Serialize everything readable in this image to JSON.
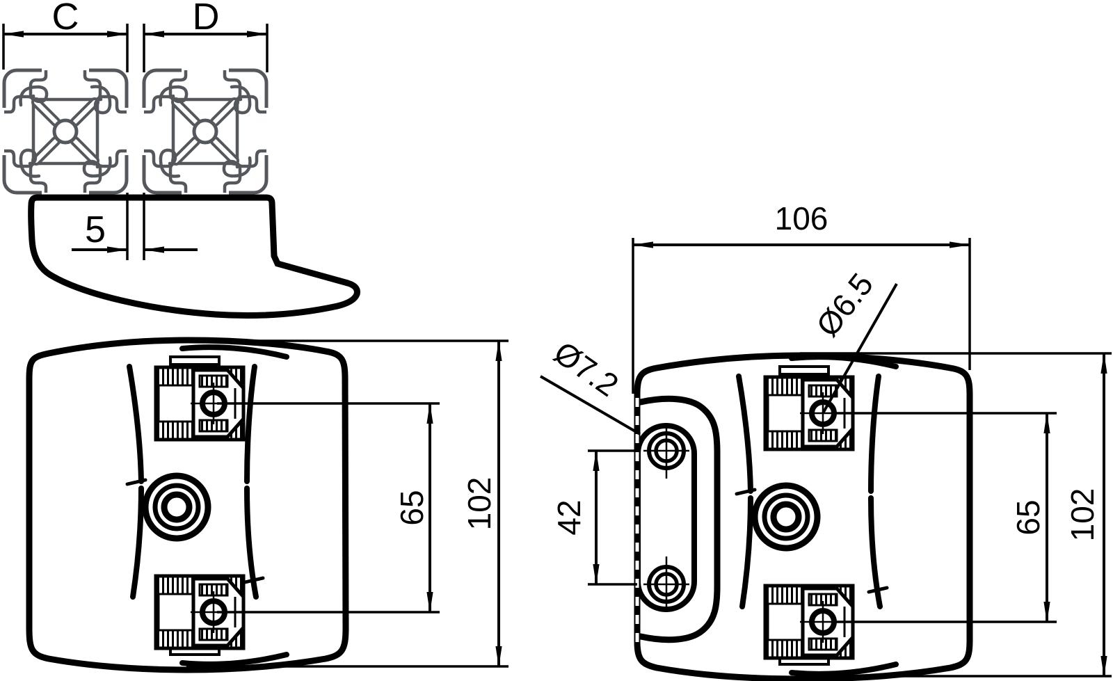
{
  "colors": {
    "background": "#ffffff",
    "linework": "#000000",
    "profile": "#54585c"
  },
  "dimensions": {
    "profile_width_c": "C",
    "profile_width_d": "D",
    "profile_gap": "5",
    "overall_width": "106",
    "screw_hole_diameter": "Ø6.5",
    "flange_hole_diameter": "Ø7.2",
    "flange_hole_spacing": "42",
    "front_view": {
      "hole_spacing": "65",
      "length": "102"
    },
    "side_view": {
      "hole_spacing": "65",
      "length": "102"
    }
  }
}
